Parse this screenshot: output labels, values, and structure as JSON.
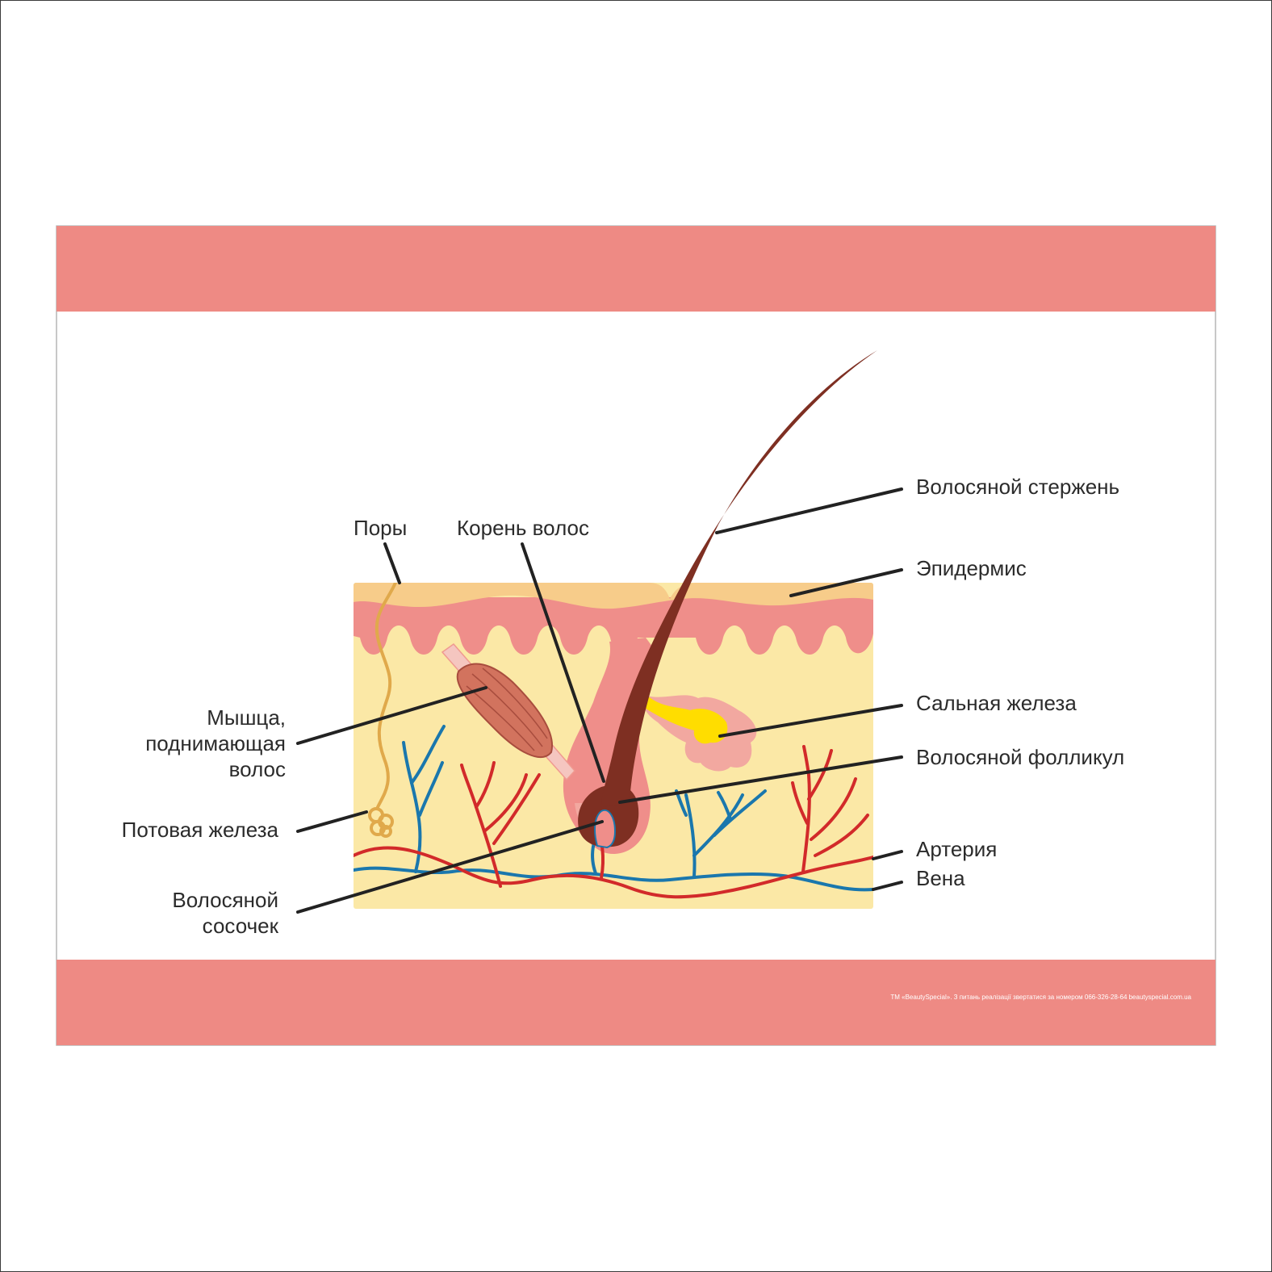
{
  "labels": {
    "pores": "Поры",
    "hair_root": "Корень волос",
    "hair_shaft": "Волосяной стержень",
    "epidermis": "Эпидермис",
    "muscle": [
      "Мышца,",
      "поднимающая",
      "волос"
    ],
    "sebaceous_gland": "Сальная железа",
    "hair_follicle": "Волосяной фолликул",
    "sweat_gland": "Потовая железа",
    "artery": "Артерия",
    "vein": "Вена",
    "hair_papilla": [
      "Волосяной",
      "сосочек"
    ]
  },
  "footer": {
    "text": "ТМ «BeautySpecial». З питань реалізації звертатися за номером 066-326-28-64  beautyspecial.com.ua"
  },
  "colors": {
    "band": "#ee8a84",
    "dermis": "#fbe8a6",
    "stratum": "#f7cc8a",
    "epidermis_pink": "#ef8e8a",
    "hair": "#7e2f22",
    "muscle": "#d2735e",
    "sebum": "#ffdd00",
    "artery": "#d22a2a",
    "vein": "#1a77ad",
    "sweat_gland": "#e0a94b"
  }
}
